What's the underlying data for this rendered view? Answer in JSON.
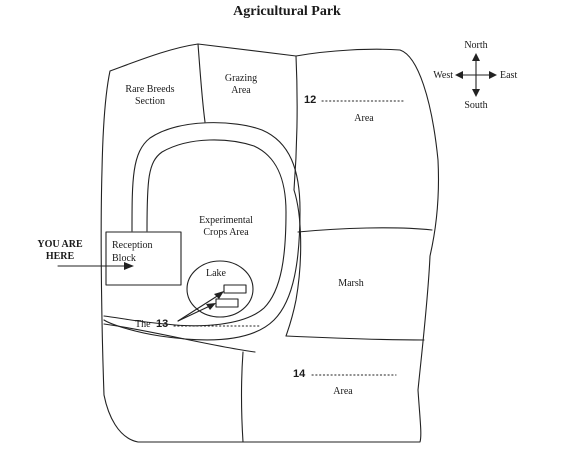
{
  "title": "Agricultural Park",
  "compass": {
    "north": "North",
    "south": "South",
    "east": "East",
    "west": "West"
  },
  "areas": {
    "rare_breeds_line1": "Rare Breeds",
    "rare_breeds_line2": "Section",
    "grazing_line1": "Grazing",
    "grazing_line2": "Area",
    "area_top_right": "Area",
    "experimental_line1": "Experimental",
    "experimental_line2": "Crops Area",
    "reception_line1": "Reception",
    "reception_line2": "Block",
    "lake": "Lake",
    "marsh": "Marsh",
    "area_bottom_right": "Area"
  },
  "you_are_here": {
    "line1": "YOU ARE",
    "line2": "HERE"
  },
  "questions": {
    "q12": "12",
    "q13_prefix": "The",
    "q13": "13",
    "q14": "14"
  }
}
